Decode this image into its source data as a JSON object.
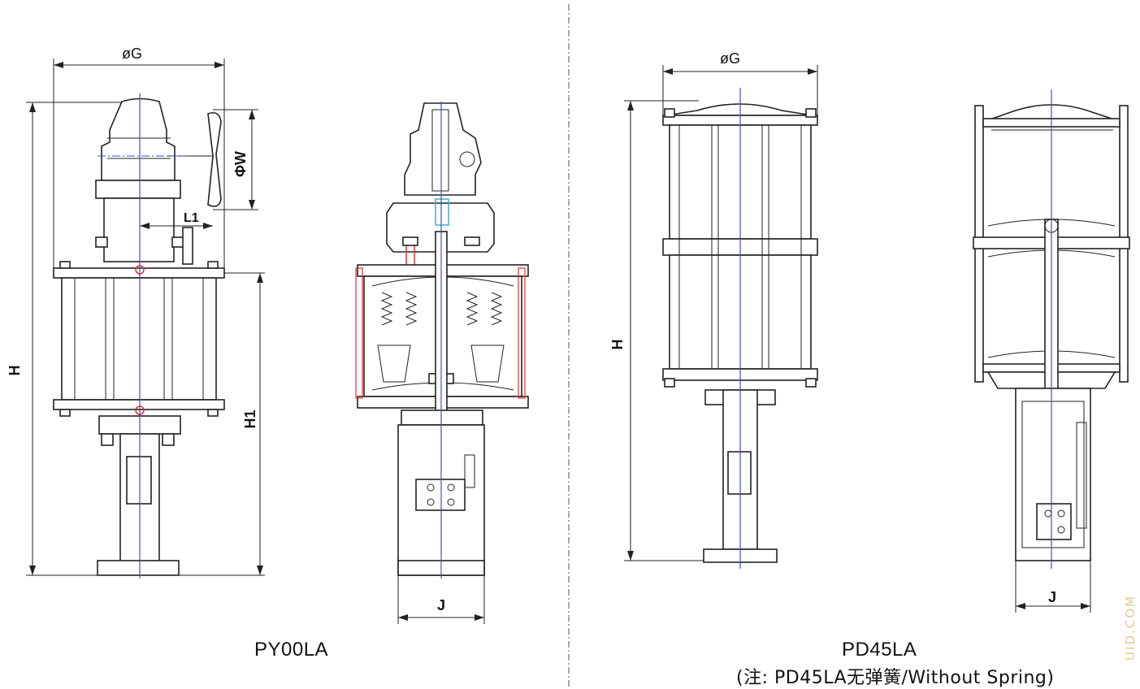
{
  "models": [
    {
      "name": "PY00LA"
    },
    {
      "name": "PD45LA",
      "note": "(注: PD45LA无弹簧/Without Spring)"
    }
  ],
  "dimensions": {
    "G": "øG",
    "W": "ΦW",
    "L1": "L1",
    "H": "H",
    "H1": "H1",
    "J": "J"
  },
  "watermark": "UID.COM"
}
